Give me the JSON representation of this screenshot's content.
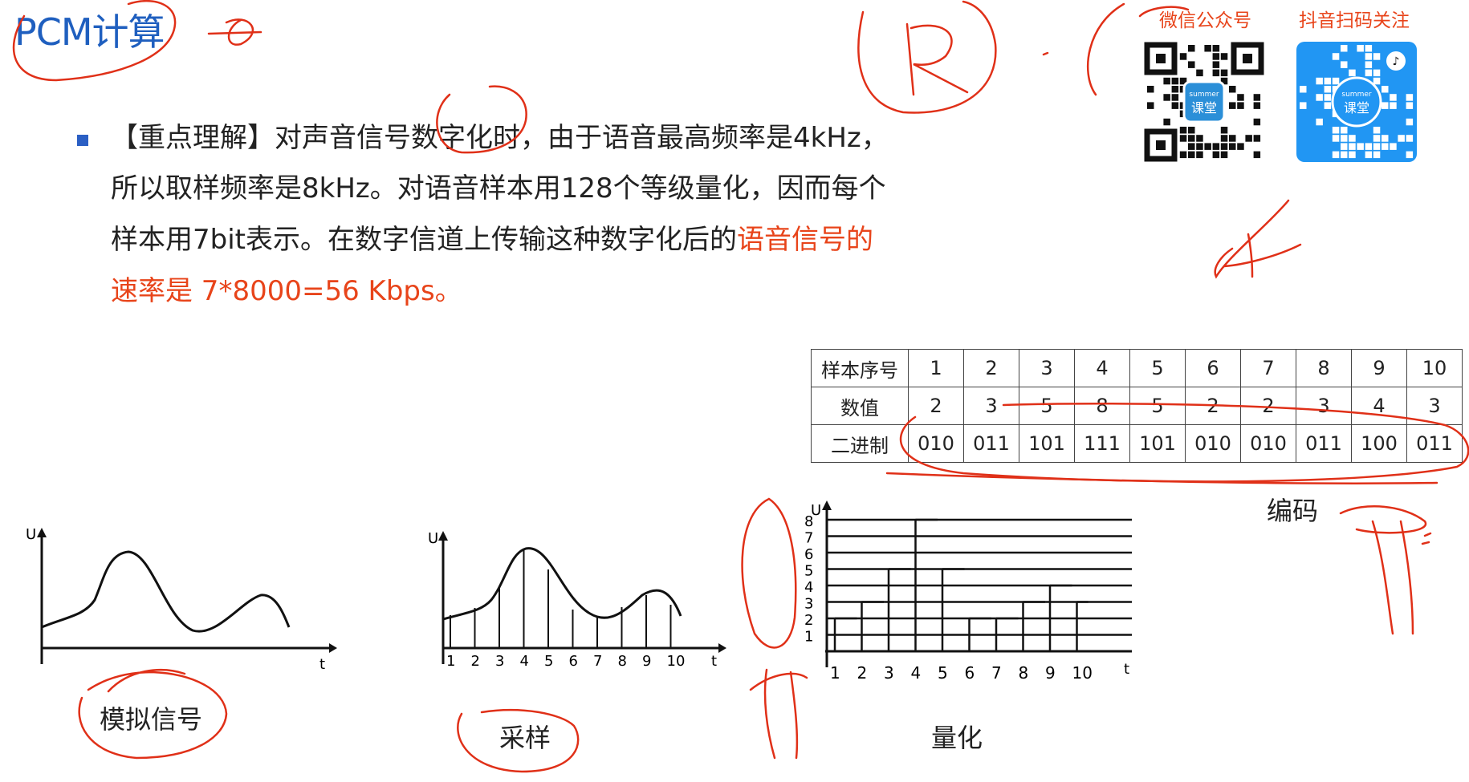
{
  "title": "PCM计算",
  "bullet": {
    "line1_a": "【重点理解】对声音信号数字化时，由于语音最高频率是4kHz，",
    "line2": "所以取样频率是8kHz。对语音样本用128个等级量化，因而每个",
    "line3_a": "样本用7bit表示。在数字信道上传输这种数字化后的",
    "line3_b": "语音信号的",
    "line4": "速率是 7*8000=56 Kbps。"
  },
  "qr_codes": [
    {
      "caption": "微信公众号",
      "badge_top": "summer",
      "badge_bottom": "课堂"
    },
    {
      "caption": "抖音扫码关注",
      "badge_top": "summer",
      "badge_bottom": "课堂"
    }
  ],
  "table": {
    "rows": [
      {
        "label": "样本序号",
        "cells": [
          "1",
          "2",
          "3",
          "4",
          "5",
          "6",
          "7",
          "8",
          "9",
          "10"
        ]
      },
      {
        "label": "数值",
        "cells": [
          "2",
          "3",
          "5",
          "8",
          "5",
          "2",
          "2",
          "3",
          "4",
          "3"
        ]
      },
      {
        "label": "二进制",
        "cells": [
          "010",
          "011",
          "101",
          "111",
          "101",
          "010",
          "010",
          "011",
          "100",
          "011"
        ]
      }
    ]
  },
  "labels": {
    "encode": "编码",
    "analog": "模拟信号",
    "sampling": "采样",
    "quantize": "量化"
  },
  "axes": {
    "u": "U",
    "t": "t",
    "sample_ticks": [
      "1",
      "2",
      "3",
      "4",
      "5",
      "6",
      "7",
      "8",
      "9",
      "10"
    ],
    "level_ticks": [
      "1",
      "2",
      "3",
      "4",
      "5",
      "6",
      "7",
      "8"
    ]
  },
  "chart_data": [
    {
      "type": "line",
      "xlabel": "t",
      "ylabel": "U",
      "grid": false
    },
    {
      "type": "bar",
      "xlabel": "t",
      "ylabel": "U",
      "categories": [
        "1",
        "2",
        "3",
        "4",
        "5",
        "6",
        "7",
        "8",
        "9",
        "10"
      ],
      "grid": false
    },
    {
      "type": "bar",
      "xlabel": "t",
      "ylabel": "U",
      "categories": [
        "1",
        "2",
        "3",
        "4",
        "5",
        "6",
        "7",
        "8",
        "9",
        "10"
      ],
      "values": [
        2,
        3,
        5,
        8,
        5,
        2,
        2,
        3,
        4,
        3
      ],
      "ylim": [
        0,
        8
      ],
      "grid": true
    }
  ],
  "colors": {
    "title": "#1f5fbf",
    "accent_red": "#e8441a",
    "ink": "#e03018",
    "bullet": "#2b5fc4"
  }
}
